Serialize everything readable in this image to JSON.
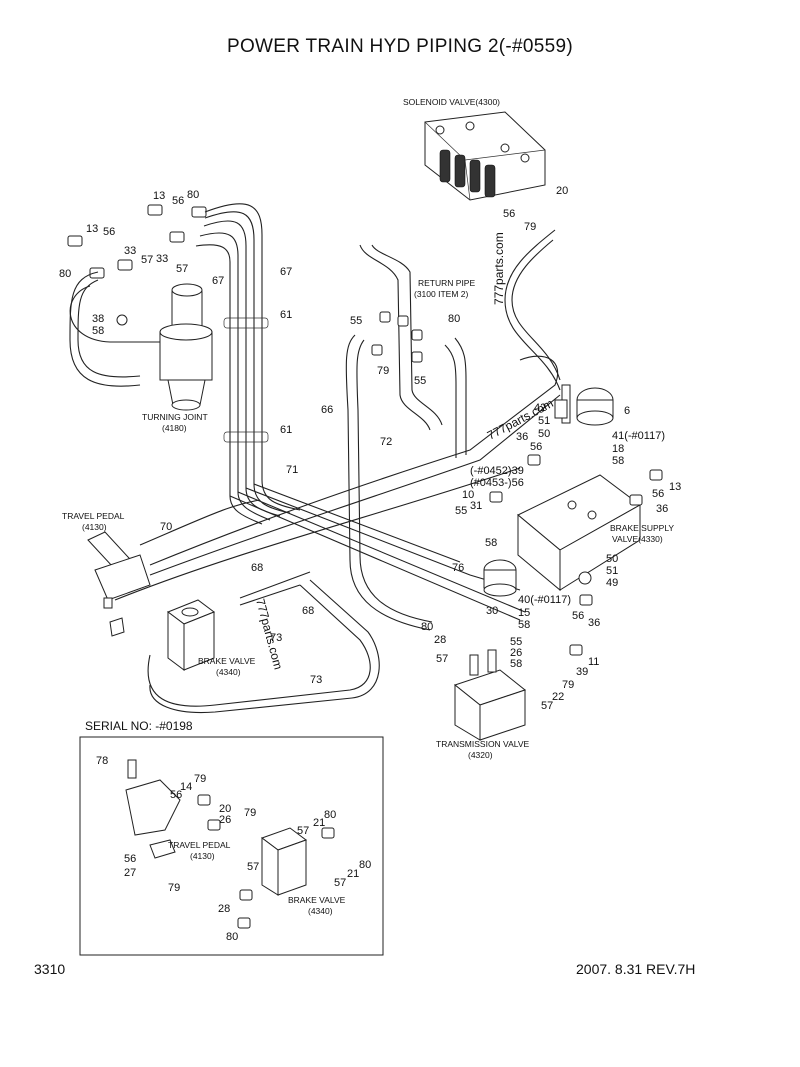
{
  "title": "POWER TRAIN HYD PIPING 2(-#0559)",
  "serial_label": "SERIAL NO: -#0198",
  "page_number": "3310",
  "revision": "2007. 8.31  REV.7H",
  "watermark": "777parts.com",
  "captions": {
    "solenoid_valve": "SOLENOID VALVE(4300)",
    "return_pipe_1": "RETURN PIPE",
    "return_pipe_2": "(3100 ITEM 2)",
    "turning_joint_1": "TURNING JOINT",
    "turning_joint_2": "(4180)",
    "travel_pedal_1": "TRAVEL PEDAL",
    "travel_pedal_2": "(4130)",
    "brake_valve_1": "BRAKE VALVE",
    "brake_valve_2": "(4340)",
    "brake_supply_1": "BRAKE SUPPLY",
    "brake_supply_2": "VALVE(4330)",
    "transmission_1": "TRANSMISSION VALVE",
    "transmission_2": "(4320)",
    "inset_travel_pedal_1": "TRAVEL PEDAL",
    "inset_travel_pedal_2": "(4130)",
    "inset_brake_valve_1": "BRAKE VALVE",
    "inset_brake_valve_2": "(4340)"
  },
  "callouts": [
    {
      "id": "c20a",
      "text": "20"
    },
    {
      "id": "c56a",
      "text": "56"
    },
    {
      "id": "c79a",
      "text": "79"
    },
    {
      "id": "c13a",
      "text": "13"
    },
    {
      "id": "c56b",
      "text": "56"
    },
    {
      "id": "c80a",
      "text": "80"
    },
    {
      "id": "c13b",
      "text": "13"
    },
    {
      "id": "c56c",
      "text": "56"
    },
    {
      "id": "c33a",
      "text": "33"
    },
    {
      "id": "c33b",
      "text": "33"
    },
    {
      "id": "c57a",
      "text": "57"
    },
    {
      "id": "c57b",
      "text": "57"
    },
    {
      "id": "c80b",
      "text": "80"
    },
    {
      "id": "c67a",
      "text": "67"
    },
    {
      "id": "c67b",
      "text": "67"
    },
    {
      "id": "c38",
      "text": "38"
    },
    {
      "id": "c58a",
      "text": "58"
    },
    {
      "id": "c61a",
      "text": "61"
    },
    {
      "id": "c61b",
      "text": "61"
    },
    {
      "id": "c55a",
      "text": "55"
    },
    {
      "id": "c80c",
      "text": "80"
    },
    {
      "id": "c79b",
      "text": "79"
    },
    {
      "id": "c55b",
      "text": "55"
    },
    {
      "id": "c66",
      "text": "66"
    },
    {
      "id": "c42",
      "text": "42"
    },
    {
      "id": "c6",
      "text": "6"
    },
    {
      "id": "c51a",
      "text": "51"
    },
    {
      "id": "c50a",
      "text": "50"
    },
    {
      "id": "c41",
      "text": "41(-#0117)"
    },
    {
      "id": "c18",
      "text": "18"
    },
    {
      "id": "c58b",
      "text": "58"
    },
    {
      "id": "c36a",
      "text": "36"
    },
    {
      "id": "c56d",
      "text": "56"
    },
    {
      "id": "c72",
      "text": "72"
    },
    {
      "id": "c71",
      "text": "71"
    },
    {
      "id": "c39a",
      "text": "(-#0452)39"
    },
    {
      "id": "c56e",
      "text": "(#0453-)56"
    },
    {
      "id": "c10",
      "text": "10"
    },
    {
      "id": "c31",
      "text": "31"
    },
    {
      "id": "c55c",
      "text": "55"
    },
    {
      "id": "c58c",
      "text": "58"
    },
    {
      "id": "c56f",
      "text": "56"
    },
    {
      "id": "c13c",
      "text": "13"
    },
    {
      "id": "c36b",
      "text": "36"
    },
    {
      "id": "c70",
      "text": "70"
    },
    {
      "id": "c76",
      "text": "76"
    },
    {
      "id": "c50b",
      "text": "50"
    },
    {
      "id": "c51b",
      "text": "51"
    },
    {
      "id": "c49",
      "text": "49"
    },
    {
      "id": "c68a",
      "text": "68"
    },
    {
      "id": "c68b",
      "text": "68"
    },
    {
      "id": "c30",
      "text": "30"
    },
    {
      "id": "c40",
      "text": "40(-#0117)"
    },
    {
      "id": "c15",
      "text": "15"
    },
    {
      "id": "c58d",
      "text": "58"
    },
    {
      "id": "c56g",
      "text": "56"
    },
    {
      "id": "c36c",
      "text": "36"
    },
    {
      "id": "c80d",
      "text": "80"
    },
    {
      "id": "c28a",
      "text": "28"
    },
    {
      "id": "c55d",
      "text": "55"
    },
    {
      "id": "c26",
      "text": "26"
    },
    {
      "id": "c57c",
      "text": "57"
    },
    {
      "id": "c58e",
      "text": "58"
    },
    {
      "id": "c11",
      "text": "11"
    },
    {
      "id": "c39b",
      "text": "39"
    },
    {
      "id": "c73a",
      "text": "73"
    },
    {
      "id": "c73b",
      "text": "73"
    },
    {
      "id": "c79c",
      "text": "79"
    },
    {
      "id": "c22",
      "text": "22"
    },
    {
      "id": "c57d",
      "text": "57"
    },
    {
      "id": "c78",
      "text": "78"
    },
    {
      "id": "c14",
      "text": "14"
    },
    {
      "id": "c79d",
      "text": "79"
    },
    {
      "id": "c56h",
      "text": "56"
    },
    {
      "id": "c20b",
      "text": "20"
    },
    {
      "id": "c79e",
      "text": "79"
    },
    {
      "id": "c26b",
      "text": "26"
    },
    {
      "id": "c56i",
      "text": "56"
    },
    {
      "id": "c27",
      "text": "27"
    },
    {
      "id": "c79f",
      "text": "79"
    },
    {
      "id": "c80e",
      "text": "80"
    },
    {
      "id": "c57e",
      "text": "57"
    },
    {
      "id": "c21a",
      "text": "21"
    },
    {
      "id": "c80f",
      "text": "80"
    },
    {
      "id": "c57f",
      "text": "57"
    },
    {
      "id": "c21b",
      "text": "21"
    },
    {
      "id": "c57g",
      "text": "57"
    },
    {
      "id": "c28b",
      "text": "28"
    },
    {
      "id": "c80g",
      "text": "80"
    }
  ]
}
